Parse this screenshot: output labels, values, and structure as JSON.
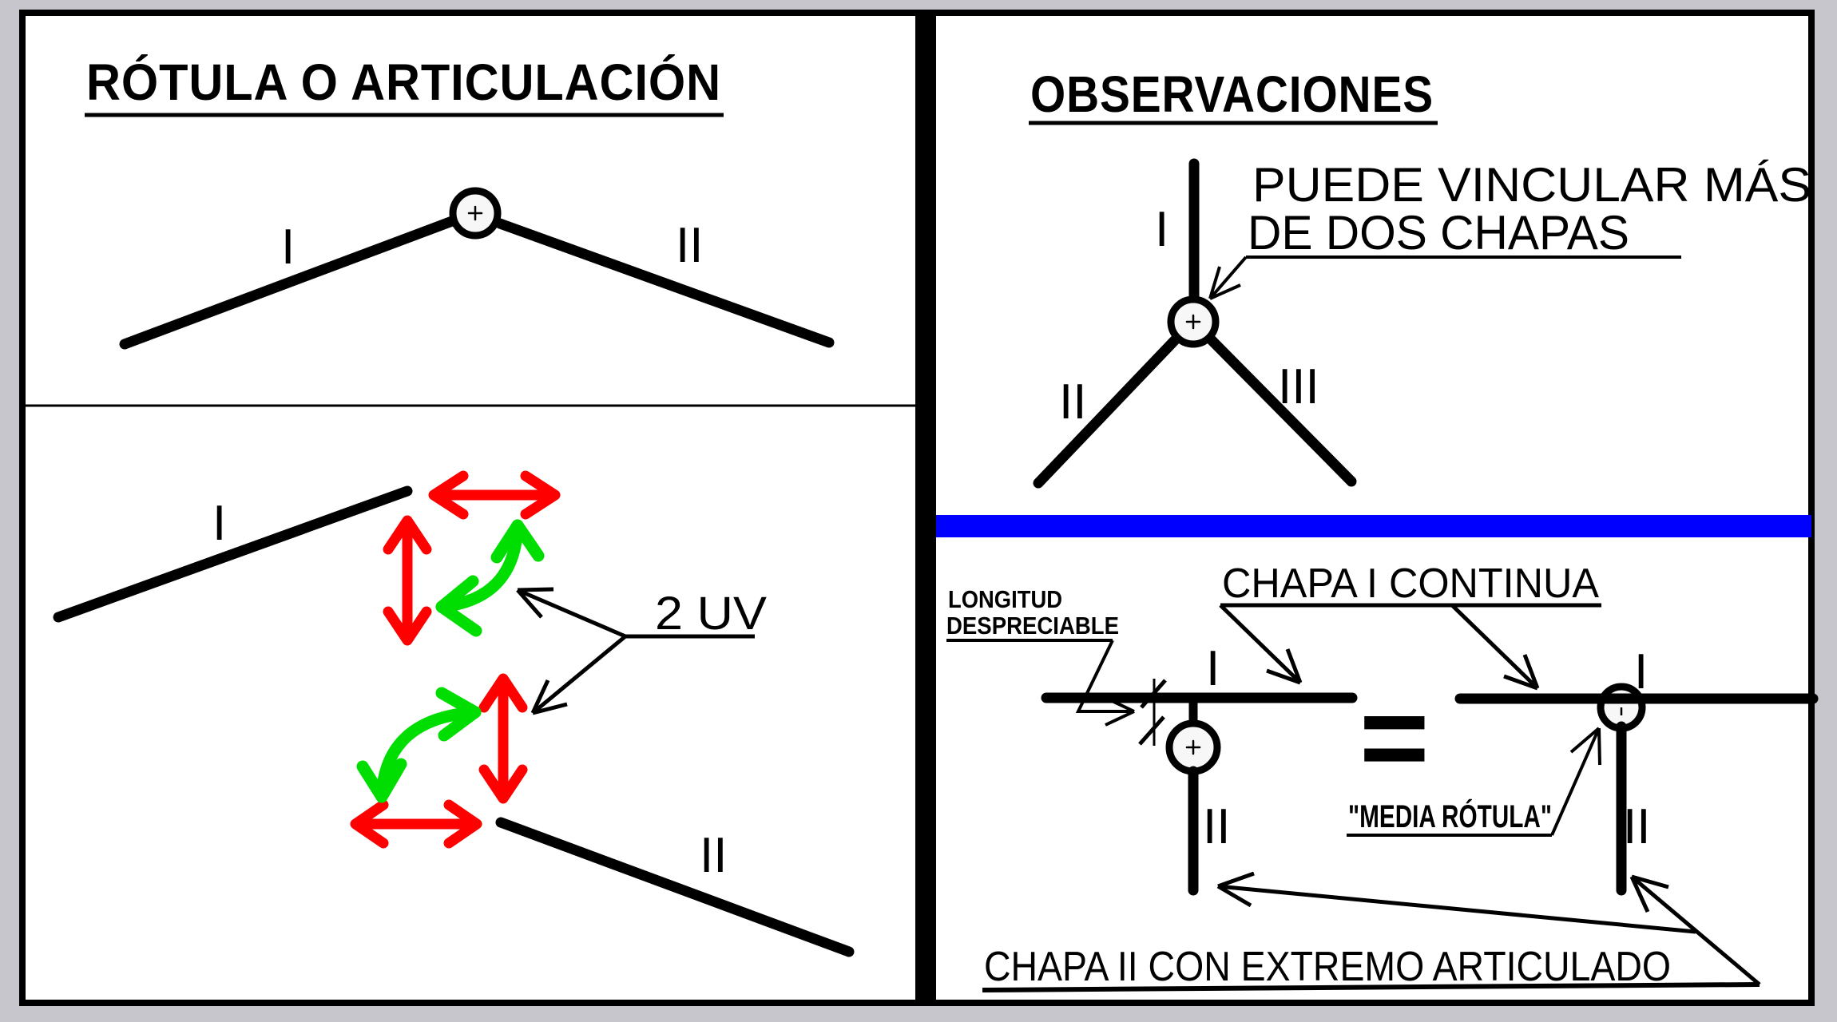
{
  "colors": {
    "red": "#ff0000",
    "green": "#00dd00",
    "blue": "#0000ff",
    "black": "#000000",
    "frame_gray": "#c6c6cc",
    "hinge_fill": "#f7f7f7"
  },
  "left_panel": {
    "title": "RÓTULA O ARTICULACIÓN",
    "top_diagram": {
      "label_left_bar": "I",
      "label_right_bar": "II"
    },
    "bottom_diagram": {
      "label_left_bar": "I",
      "label_right_bar": "II",
      "dof_label": "2 UV"
    }
  },
  "right_panel": {
    "title": "OBSERVACIONES",
    "top_diagram": {
      "note_line1": "PUEDE VINCULAR MÁS",
      "note_line2": "DE DOS CHAPAS",
      "label_top_bar": "I",
      "label_left_bar": "II",
      "label_right_bar": "III"
    },
    "bottom_diagram": {
      "negligible_line1": "LONGITUD",
      "negligible_line2": "DESPRECIABLE",
      "note_chapa_continua": "CHAPA I CONTINUA",
      "equals_sign": "=",
      "left_figure": {
        "label_top": "I",
        "label_bottom": "II"
      },
      "right_figure": {
        "label_top": "I",
        "label_bottom": "II"
      },
      "note_media_rotula": "\"MEDIA RÓTULA\"",
      "note_chapa_articulado": "CHAPA II CON EXTREMO ARTICULADO"
    }
  }
}
